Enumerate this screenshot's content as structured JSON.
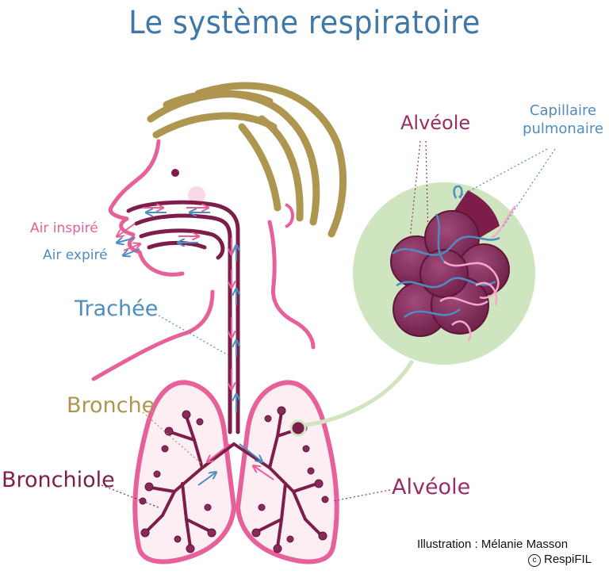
{
  "title": "Le système respiratoire",
  "labels": {
    "air_inspire": "Air inspiré",
    "air_expire": "Air expiré",
    "trachee": "Trachée",
    "bronche": "Bronche",
    "bronchiole": "Bronchiole",
    "alveole": "Alvéole",
    "capillaire_line1": "Capillaire",
    "capillaire_line2": "pulmonaire"
  },
  "credit": {
    "illustration": "Illustration : Mélanie Masson",
    "copyright_symbol": "c",
    "copyright": "RespiFIL"
  },
  "colors": {
    "title": "#3f78a8",
    "inhaled_air": "#e8609a",
    "exhaled_air": "#4f8cc0",
    "airway": "#7d1d49",
    "lung_outline": "#e8609a",
    "hair": "#ae9550",
    "alveolus": "#7d1d49",
    "zoom_bg": "#cfe5bf"
  }
}
